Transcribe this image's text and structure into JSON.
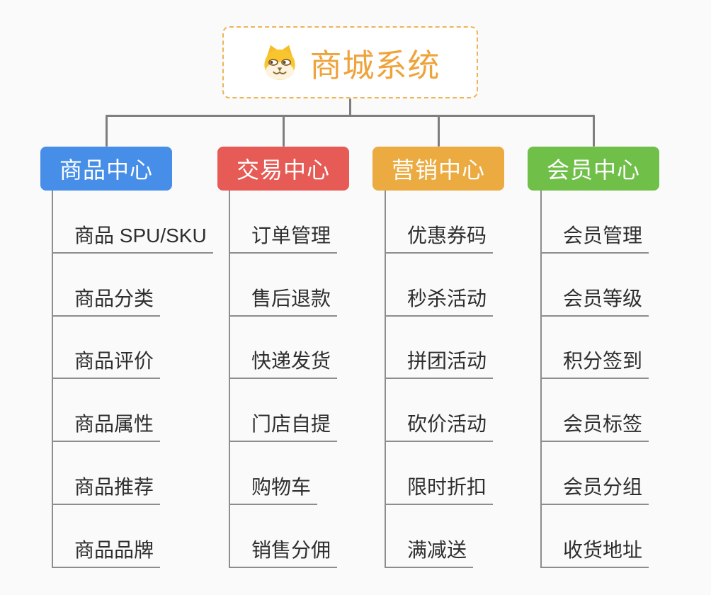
{
  "page": {
    "background": "#fafafa",
    "trunk_line_color": "#7e7e7e",
    "child_line_color": "#8d8d8d",
    "child_text_color": "#2e2e2e"
  },
  "root": {
    "title": "商城系统",
    "title_color": "#efa33b",
    "border_color": "#f0b357",
    "background": "#ffffff",
    "icon": "dog-face-icon",
    "icon_colors": {
      "fur": "#f9c52f",
      "muzzle": "#fdf3de",
      "features": "#8a6a33"
    }
  },
  "branches": [
    {
      "label": "商品中心",
      "color": "#478ee8",
      "children": [
        "商品 SPU/SKU",
        "商品分类",
        "商品评价",
        "商品属性",
        "商品推荐",
        "商品品牌"
      ]
    },
    {
      "label": "交易中心",
      "color": "#e65b56",
      "children": [
        "订单管理",
        "售后退款",
        "快递发货",
        "门店自提",
        "购物车",
        "销售分佣"
      ]
    },
    {
      "label": "营销中心",
      "color": "#ebab41",
      "children": [
        "优惠券码",
        "秒杀活动",
        "拼团活动",
        "砍价活动",
        "限时折扣",
        "满减送"
      ]
    },
    {
      "label": "会员中心",
      "color": "#6fbf49",
      "children": [
        "会员管理",
        "会员等级",
        "积分签到",
        "会员标签",
        "会员分组",
        "收货地址"
      ]
    }
  ]
}
